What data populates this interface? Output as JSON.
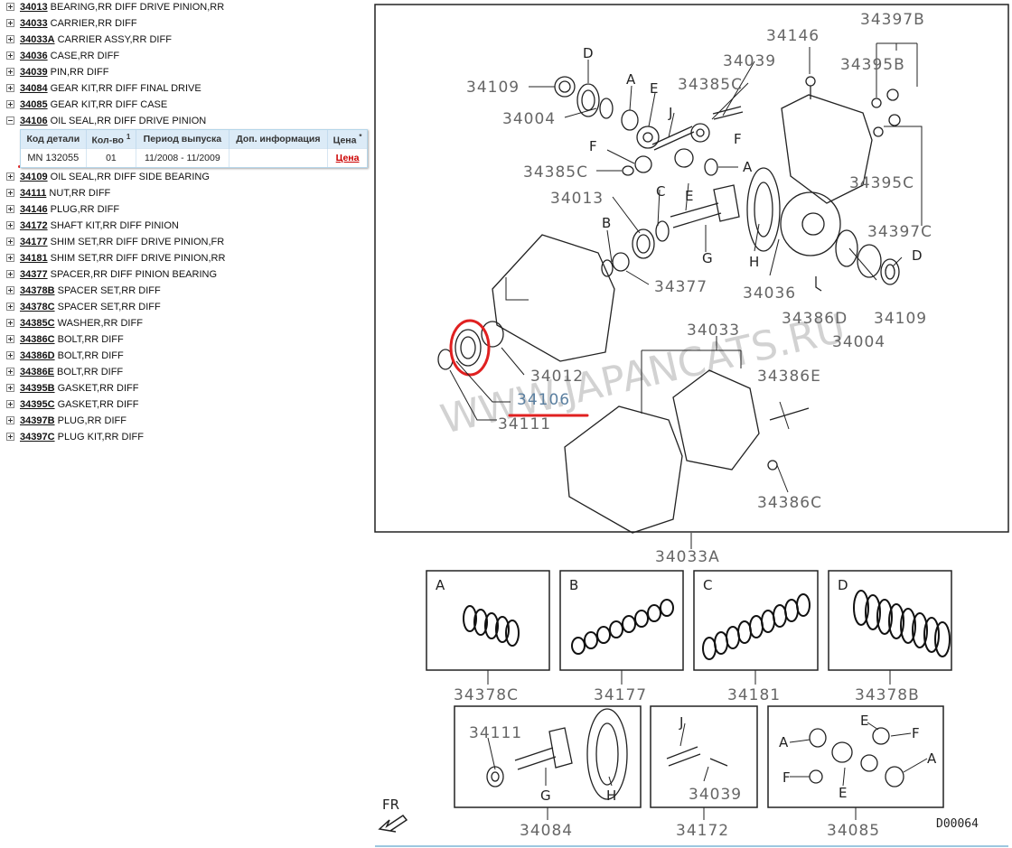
{
  "tree": [
    {
      "code": "34013",
      "text": " BEARING,RR DIFF DRIVE PINION,RR",
      "expanded": false
    },
    {
      "code": "34033",
      "text": " CARRIER,RR DIFF",
      "expanded": false
    },
    {
      "code": "34033A",
      "text": " CARRIER ASSY,RR DIFF",
      "expanded": false
    },
    {
      "code": "34036",
      "text": " CASE,RR DIFF",
      "expanded": false
    },
    {
      "code": "34039",
      "text": " PIN,RR DIFF",
      "expanded": false
    },
    {
      "code": "34084",
      "text": " GEAR KIT,RR DIFF FINAL DRIVE",
      "expanded": false
    },
    {
      "code": "34085",
      "text": " GEAR KIT,RR DIFF CASE",
      "expanded": false
    },
    {
      "code": "34106",
      "text": " OIL SEAL,RR DIFF DRIVE PINION",
      "expanded": true
    },
    {
      "code": "34109",
      "text": " OIL SEAL,RR DIFF SIDE BEARING",
      "expanded": false
    },
    {
      "code": "34111",
      "text": " NUT,RR DIFF",
      "expanded": false
    },
    {
      "code": "34146",
      "text": " PLUG,RR DIFF",
      "expanded": false
    },
    {
      "code": "34172",
      "text": " SHAFT KIT,RR DIFF PINION",
      "expanded": false
    },
    {
      "code": "34177",
      "text": " SHIM SET,RR DIFF DRIVE PINION,FR",
      "expanded": false
    },
    {
      "code": "34181",
      "text": " SHIM SET,RR DIFF DRIVE PINION,RR",
      "expanded": false
    },
    {
      "code": "34377",
      "text": " SPACER,RR DIFF PINION BEARING",
      "expanded": false
    },
    {
      "code": "34378B",
      "text": " SPACER SET,RR DIFF",
      "expanded": false
    },
    {
      "code": "34378C",
      "text": " SPACER SET,RR DIFF",
      "expanded": false
    },
    {
      "code": "34385C",
      "text": " WASHER,RR DIFF",
      "expanded": false
    },
    {
      "code": "34386C",
      "text": " BOLT,RR DIFF",
      "expanded": false
    },
    {
      "code": "34386D",
      "text": " BOLT,RR DIFF",
      "expanded": false
    },
    {
      "code": "34386E",
      "text": " BOLT,RR DIFF",
      "expanded": false
    },
    {
      "code": "34395B",
      "text": " GASKET,RR DIFF",
      "expanded": false
    },
    {
      "code": "34395C",
      "text": " GASKET,RR DIFF",
      "expanded": false
    },
    {
      "code": "34397B",
      "text": " PLUG,RR DIFF",
      "expanded": false
    },
    {
      "code": "34397C",
      "text": " PLUG KIT,RR DIFF",
      "expanded": false
    }
  ],
  "detail": {
    "headers": [
      "Код детали",
      "Кол-во",
      "Период выпуска",
      "Доп. информация",
      "Цена"
    ],
    "qty_sup": "1",
    "price_sup": "*",
    "row": {
      "part": "MN 132055",
      "qty": "01",
      "period": "11/2008 - 11/2009",
      "info": "",
      "price": "Цена"
    }
  },
  "diagram": {
    "callouts": [
      "34397B",
      "34146",
      "34039",
      "34395B",
      "34109",
      "34385C",
      "34004",
      "34385C",
      "34395C",
      "34013",
      "34397C",
      "34377",
      "34036",
      "34386D",
      "34109",
      "34004",
      "34033",
      "34012",
      "34386E",
      "34106",
      "34111",
      "34386C",
      "34033A",
      "34378C",
      "34177",
      "34181",
      "34378B",
      "34111",
      "34039",
      "34084",
      "34172",
      "34085"
    ],
    "letters": {
      "a": "A",
      "b": "B",
      "c": "C",
      "d": "D",
      "e": "E",
      "f": "F",
      "g": "G",
      "h": "H",
      "j": "J"
    },
    "fr": "FR",
    "drawing_id": "D00064",
    "watermark": "WWW.JAPANCATS.RU"
  }
}
